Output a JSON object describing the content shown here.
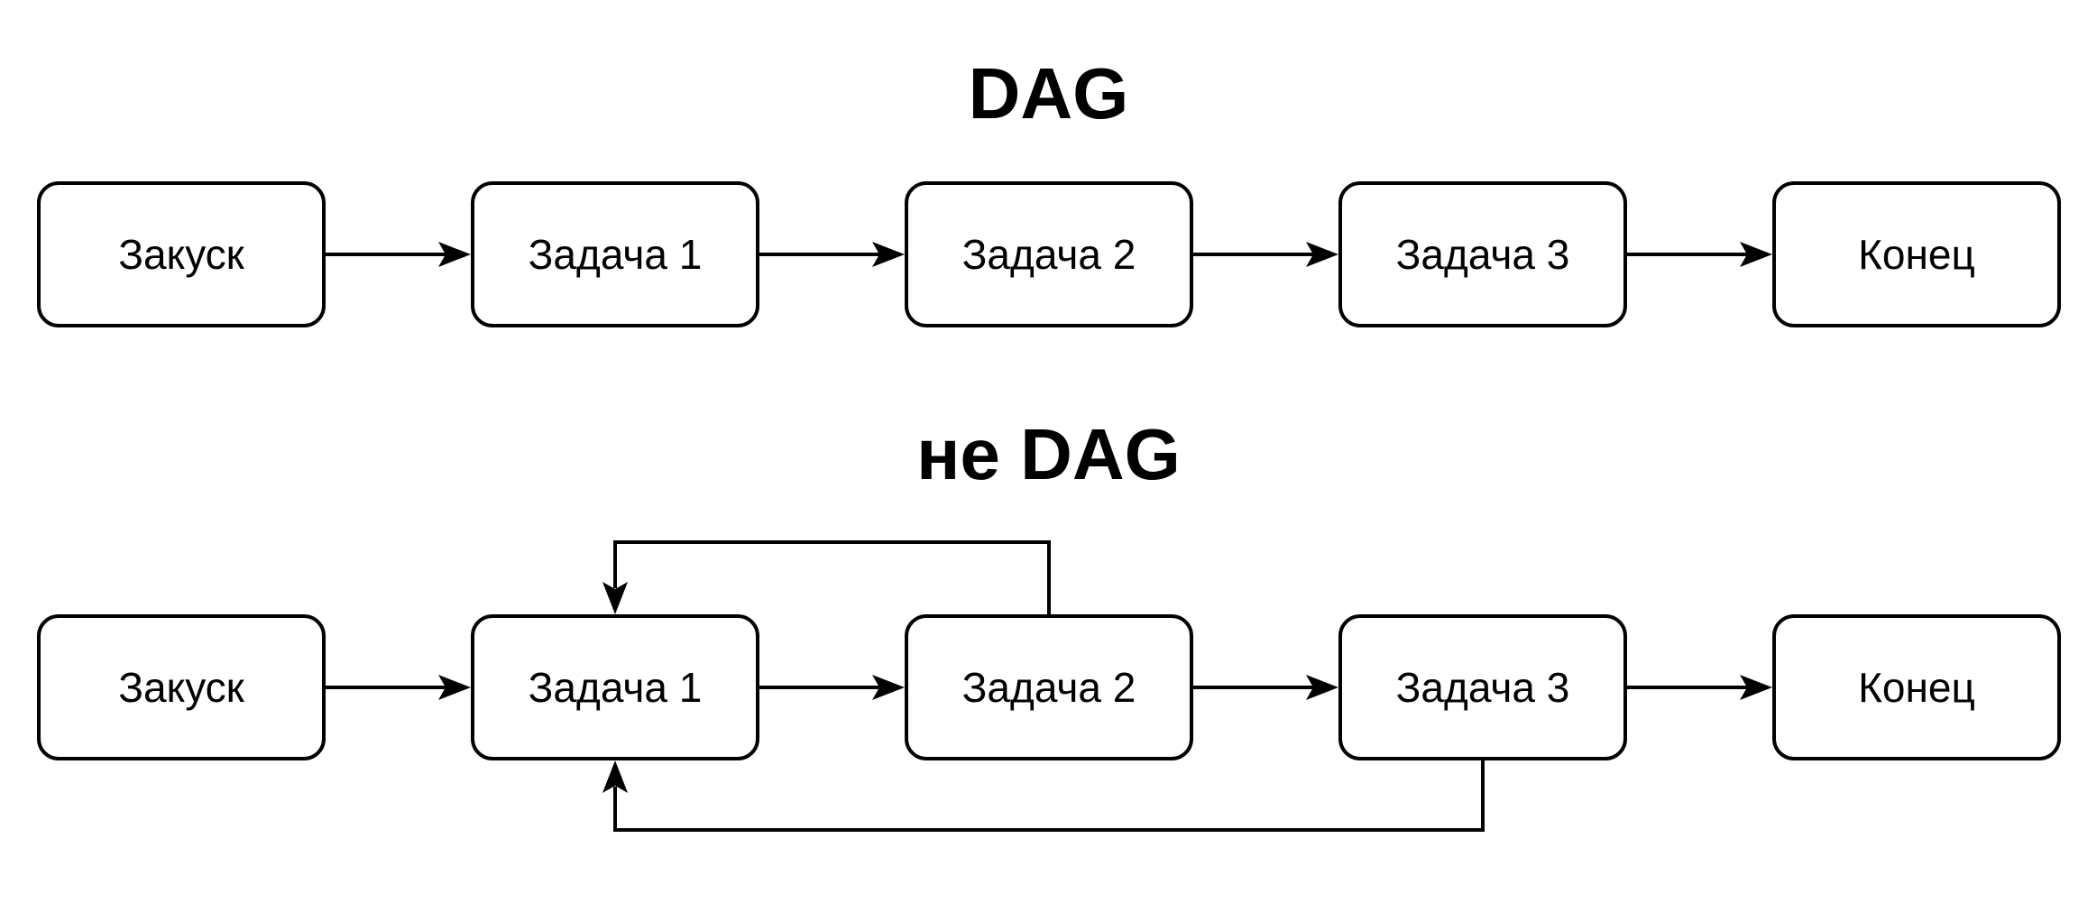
{
  "colors": {
    "background": "#ffffff",
    "stroke": "#000000",
    "text": "#000000"
  },
  "diagrams": [
    {
      "title": "DAG",
      "nodes": [
        {
          "label": "Закуск"
        },
        {
          "label": "Задача 1"
        },
        {
          "label": "Задача 2"
        },
        {
          "label": "Задача 3"
        },
        {
          "label": "Конец"
        }
      ],
      "edges": [
        {
          "from": "Закуск",
          "to": "Задача 1",
          "direction": "forward"
        },
        {
          "from": "Задача 1",
          "to": "Задача 2",
          "direction": "forward"
        },
        {
          "from": "Задача 2",
          "to": "Задача 3",
          "direction": "forward"
        },
        {
          "from": "Задача 3",
          "to": "Конец",
          "direction": "forward"
        }
      ]
    },
    {
      "title": "не DAG",
      "nodes": [
        {
          "label": "Закуск"
        },
        {
          "label": "Задача 1"
        },
        {
          "label": "Задача 2"
        },
        {
          "label": "Задача 3"
        },
        {
          "label": "Конец"
        }
      ],
      "edges": [
        {
          "from": "Закуск",
          "to": "Задача 1",
          "direction": "forward"
        },
        {
          "from": "Задача 1",
          "to": "Задача 2",
          "direction": "forward"
        },
        {
          "from": "Задача 2",
          "to": "Задача 3",
          "direction": "forward"
        },
        {
          "from": "Задача 3",
          "to": "Конец",
          "direction": "forward"
        },
        {
          "from": "Задача 2",
          "to": "Задача 1",
          "direction": "back",
          "route": "over-top"
        },
        {
          "from": "Задача 3",
          "to": "Задача 1",
          "direction": "back",
          "route": "under-bottom"
        }
      ]
    }
  ]
}
